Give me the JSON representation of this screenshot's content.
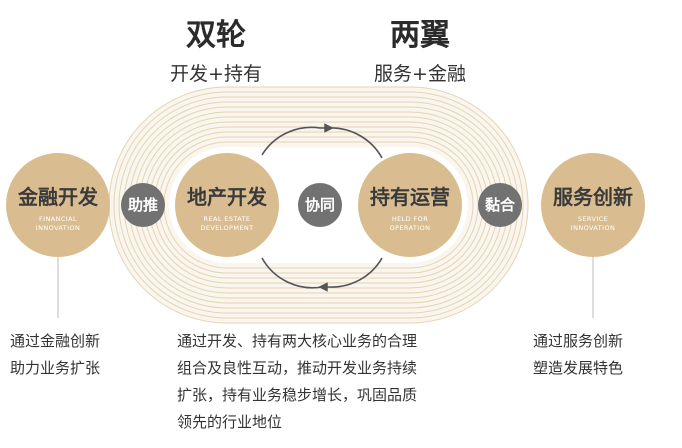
{
  "colors": {
    "gold": "#d9bd90",
    "gold_light": "#f4ead9",
    "ring_line": "#e4d3b6",
    "connector": "#727272",
    "arrow": "#555555",
    "vertical_line": "#c8c8c8",
    "text_dark": "#2b2b2b"
  },
  "headers": {
    "left": {
      "title": "双轮",
      "subtitle": "开发+持有"
    },
    "right": {
      "title": "两翼",
      "subtitle": "服务+金融"
    }
  },
  "nodes": {
    "finance": {
      "label": "金融开发",
      "en_line1": "FINANCIAL",
      "en_line2": "INNOVATION"
    },
    "real_estate": {
      "label": "地产开发",
      "en_line1": "REAL ESTATE",
      "en_line2": "DEVELOPMENT"
    },
    "holding": {
      "label": "持有运营",
      "en_line1": "HELD FOR",
      "en_line2": "OPERATION"
    },
    "service": {
      "label": "服务创新",
      "en_line1": "SERVICE",
      "en_line2": "INNOVATION"
    }
  },
  "connectors": {
    "help": "助推",
    "together": "协同",
    "bond": "黏合"
  },
  "descriptions": {
    "left": [
      "通过金融创新",
      "助力业务扩张"
    ],
    "center": [
      "通过开发、持有两大核心业务的合理",
      "组合及良性互动，推动开发业务持续",
      "扩张，持有业务稳步增长，巩固品质",
      "领先的行业地位"
    ],
    "right": [
      "通过服务创新",
      "塑造发展特色"
    ]
  }
}
